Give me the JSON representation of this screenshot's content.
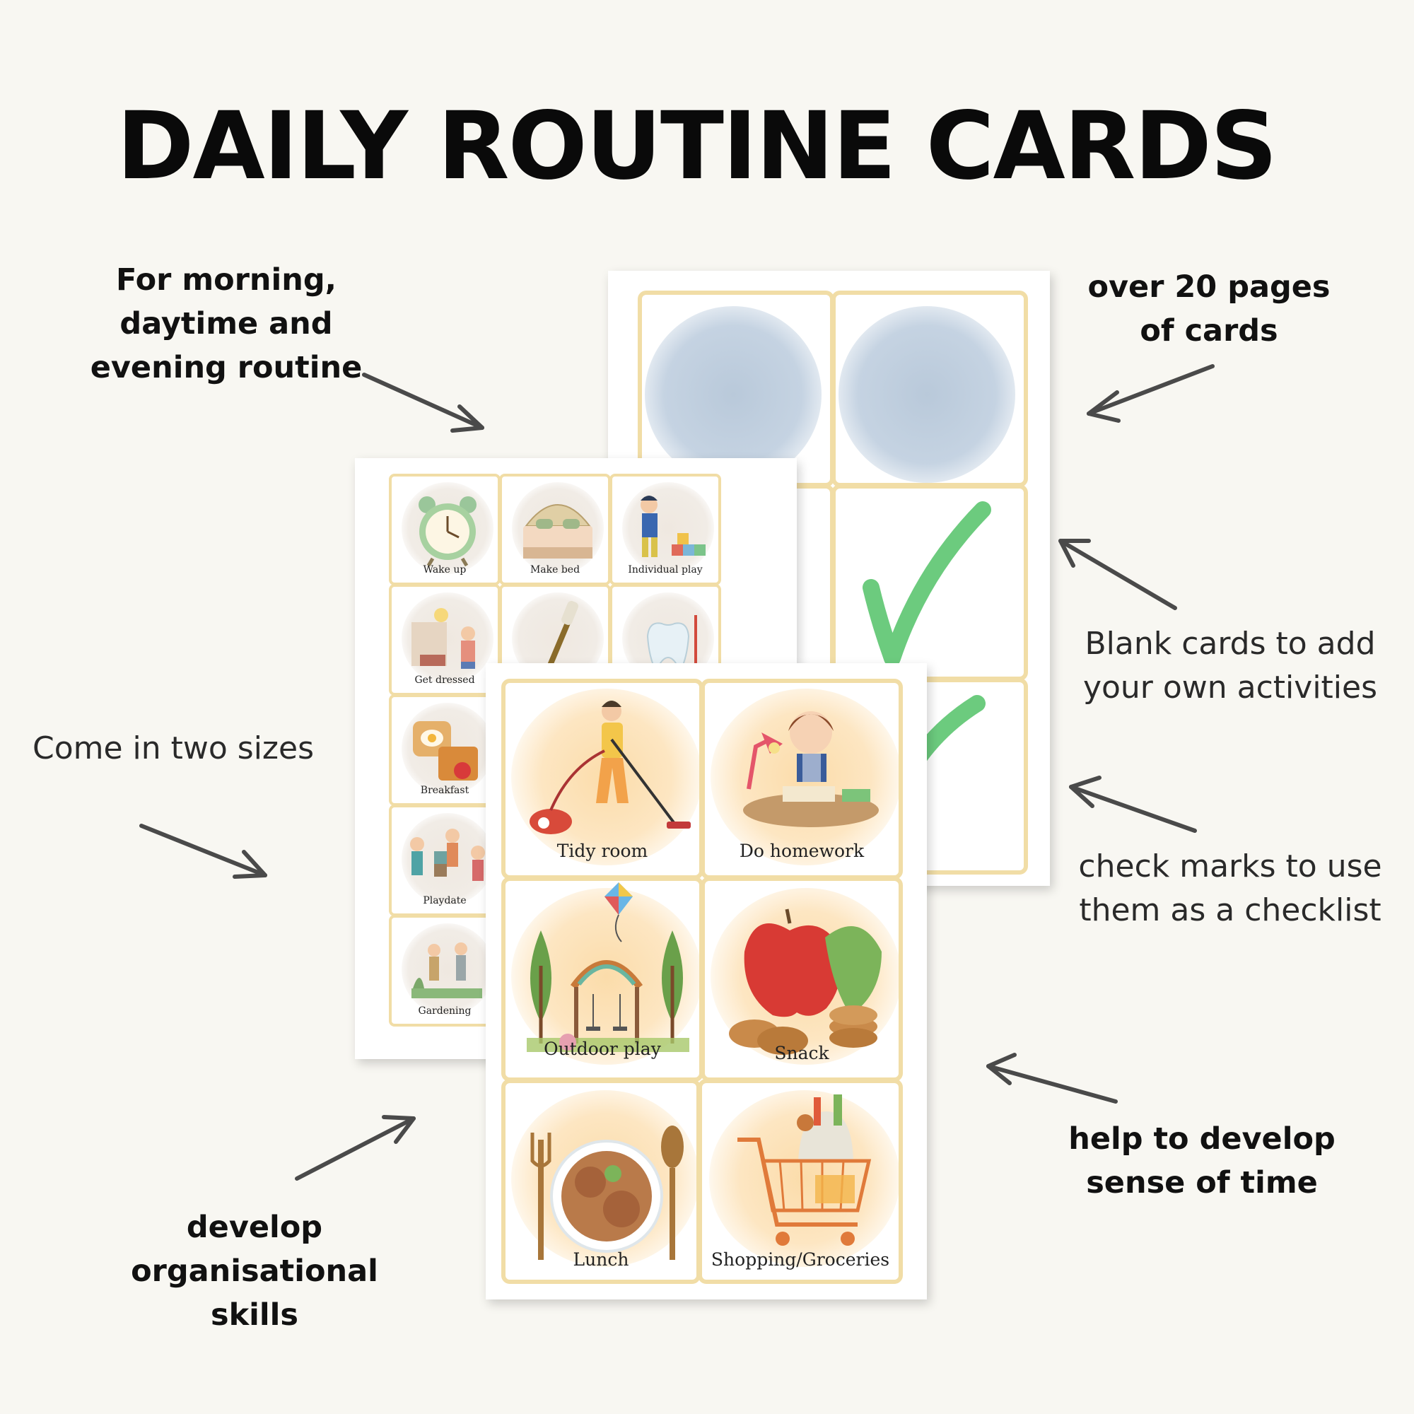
{
  "title": "DAILY ROUTINE CARDS",
  "notes": {
    "routine": [
      "For morning,",
      "daytime and",
      "evening routine"
    ],
    "pages": [
      "over 20 pages",
      "of cards"
    ],
    "blank": [
      "Blank cards to add",
      "your own activities"
    ],
    "sizes": "Come in two sizes",
    "checkmarks": [
      "check marks to use",
      "them as a checklist"
    ],
    "time": [
      "help to develop",
      "sense of time"
    ],
    "organisational": [
      "develop",
      "organisational",
      "skills"
    ]
  },
  "small_cards": [
    "Wake up",
    "Make bed",
    "Individual play",
    "Get dressed",
    "Breakfast",
    "Playdate",
    "Gardening"
  ],
  "large_cards": [
    "Tidy room",
    "Do homework",
    "Outdoor play",
    "Snack",
    "Lunch",
    "Shopping/Groceries"
  ],
  "colors": {
    "background": "#f8f7f2",
    "card_border": "#f1dda6",
    "check": "#6ccb7e",
    "blank_blob": "#bfcddc",
    "arrow": "#4a4a4a"
  }
}
